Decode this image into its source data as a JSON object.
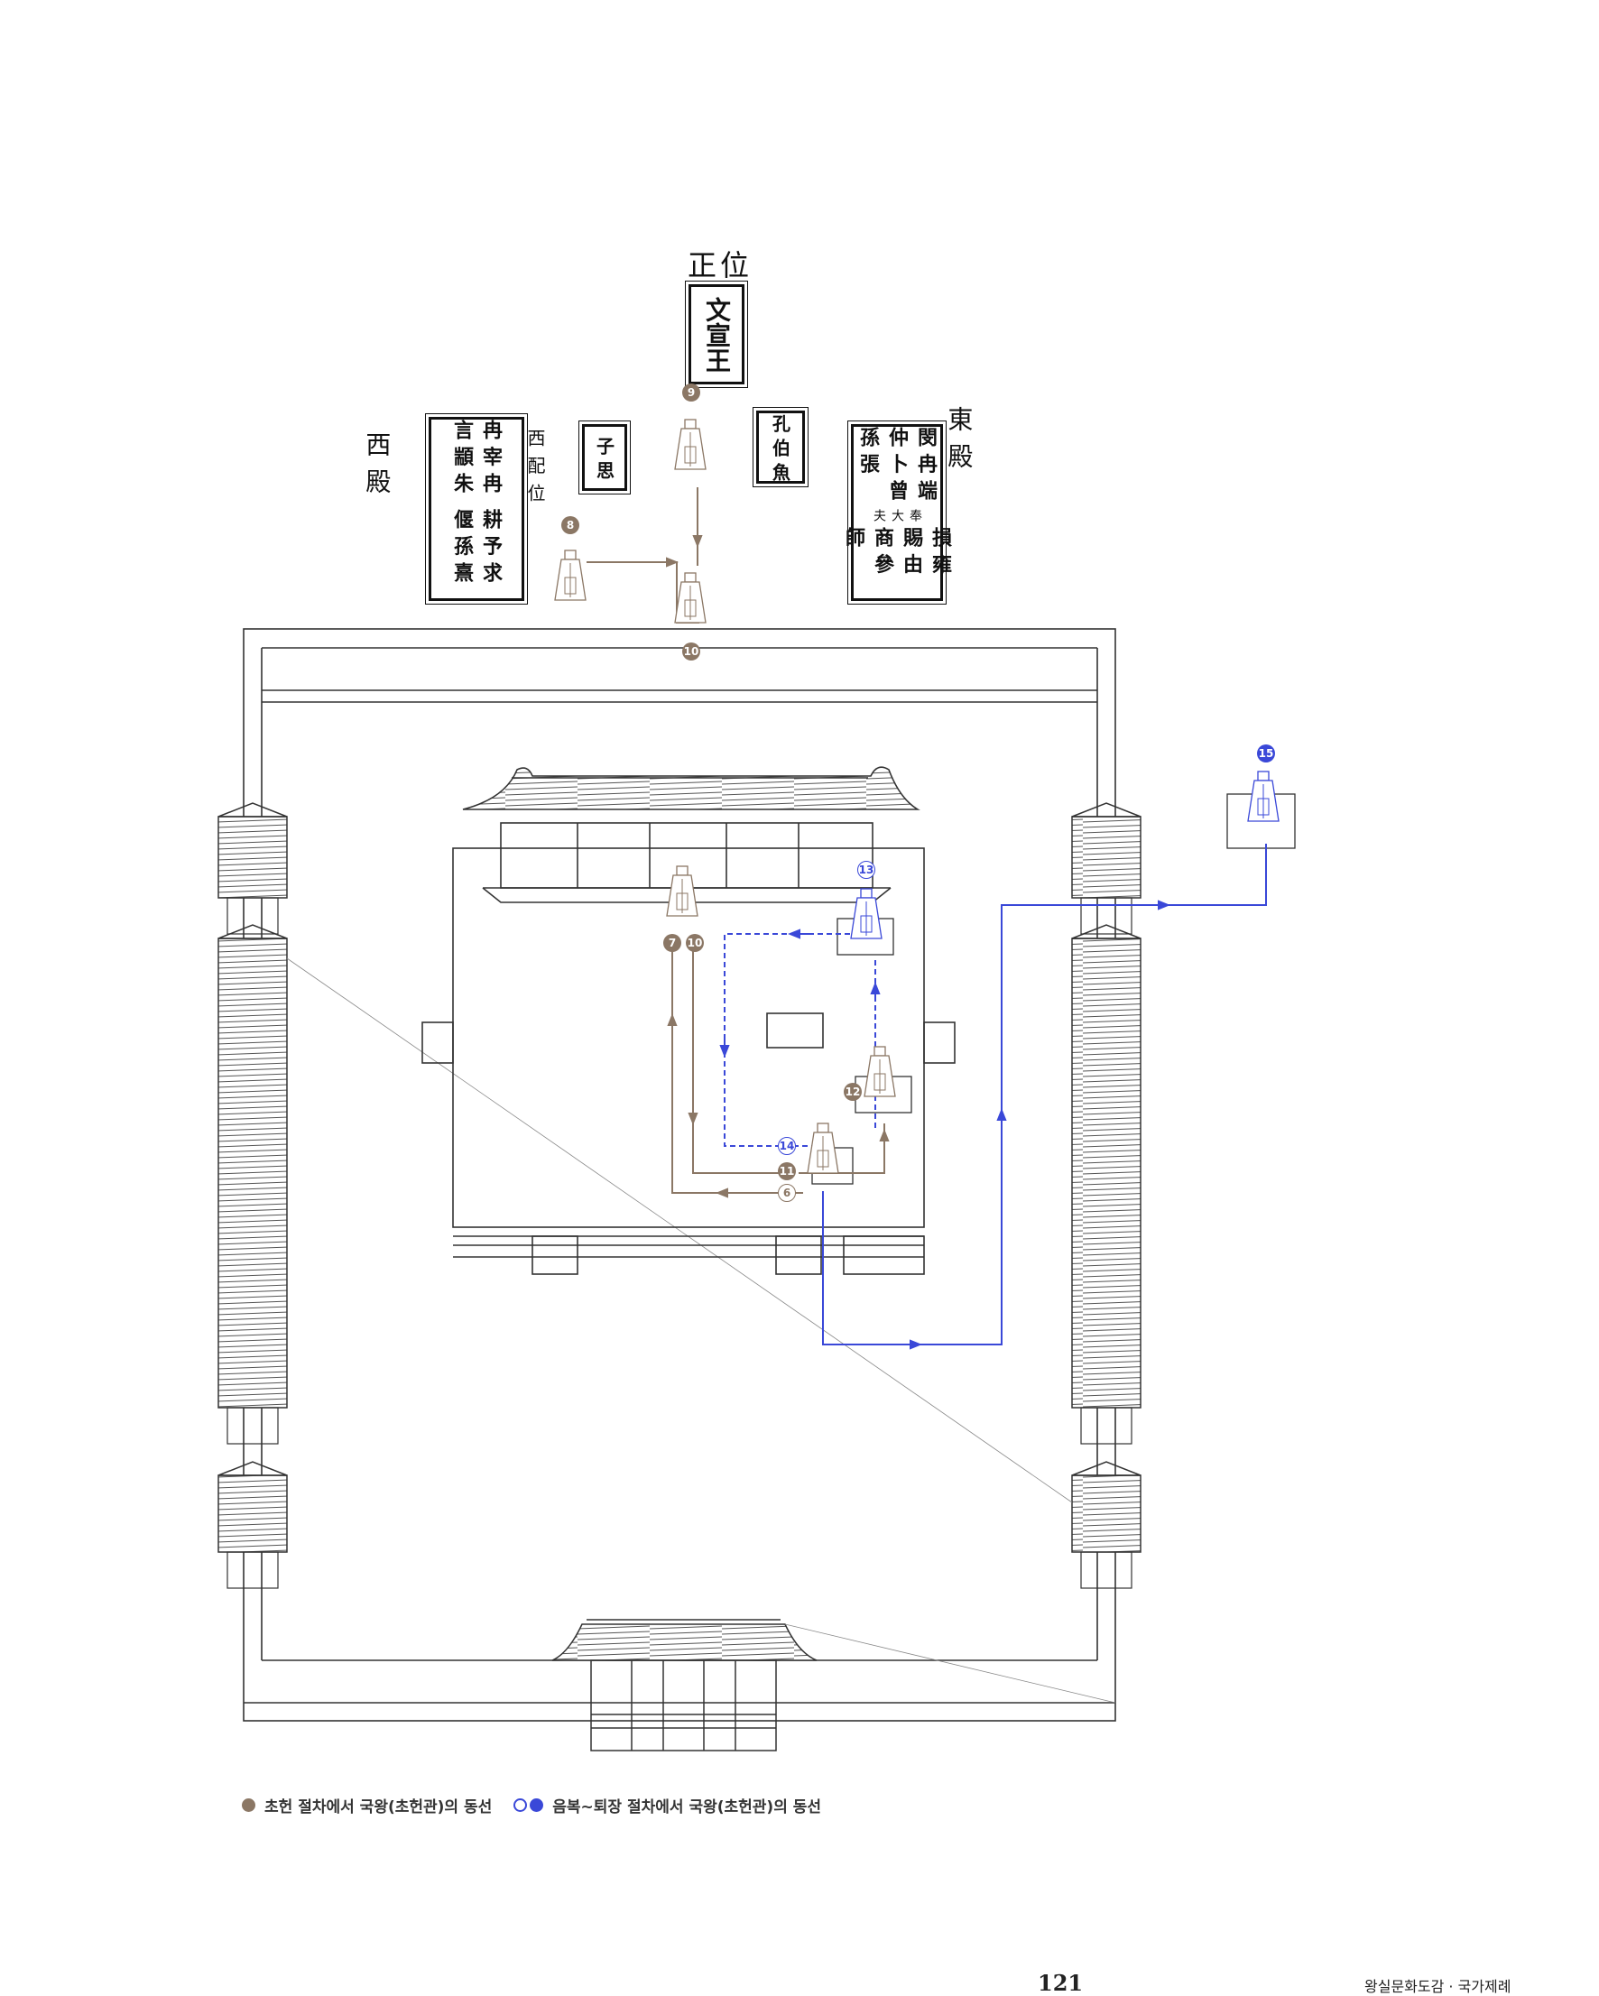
{
  "diagram": {
    "colors": {
      "primary_route": "#8b7765",
      "secondary_route": "#3a48d8",
      "structure": "#333333"
    },
    "ancestral_tablets": {
      "center_header": "正位",
      "center_tablet": "文宣王",
      "east_header": "東 殿",
      "east_inscription_top": "閔 冉 端 仲 卜 曾 孫 張",
      "east_inscription_bottom": "損 雍 賜 由 商 參 師",
      "east_note": "奉 大 夫",
      "east_small_tablet": "孔 伯 魚",
      "west_header": "西 殿",
      "west_inscription_top": "冉 宰 冉 言 顓 朱",
      "west_inscription_bottom": "耕 予 求 偃 孫 熹",
      "west_note": "西 配 位",
      "west_small_tablet": "子 思"
    },
    "step_markers": [
      {
        "id": "m9",
        "label": "9",
        "style": "brown"
      },
      {
        "id": "m8",
        "label": "8",
        "style": "brown"
      },
      {
        "id": "m10a",
        "label": "10",
        "style": "brown"
      },
      {
        "id": "m7",
        "label": "7",
        "style": "brown"
      },
      {
        "id": "m10b",
        "label": "10",
        "style": "brown"
      },
      {
        "id": "m11",
        "label": "11",
        "style": "brown"
      },
      {
        "id": "m6",
        "label": "6",
        "style": "brown-ring"
      },
      {
        "id": "m12",
        "label": "12",
        "style": "brown"
      },
      {
        "id": "m13",
        "label": "13",
        "style": "blue-ring"
      },
      {
        "id": "m14",
        "label": "14",
        "style": "blue-ring"
      },
      {
        "id": "m15",
        "label": "15",
        "style": "blue"
      }
    ]
  },
  "legend": {
    "item1": "초헌 절차에서 국왕(초헌관)의 동선",
    "item2": "음복~퇴장 절차에서 국왕(초헌관)의 동선"
  },
  "footer": {
    "page_number": "121",
    "book_title": "왕실문화도감 · 국가제례"
  }
}
